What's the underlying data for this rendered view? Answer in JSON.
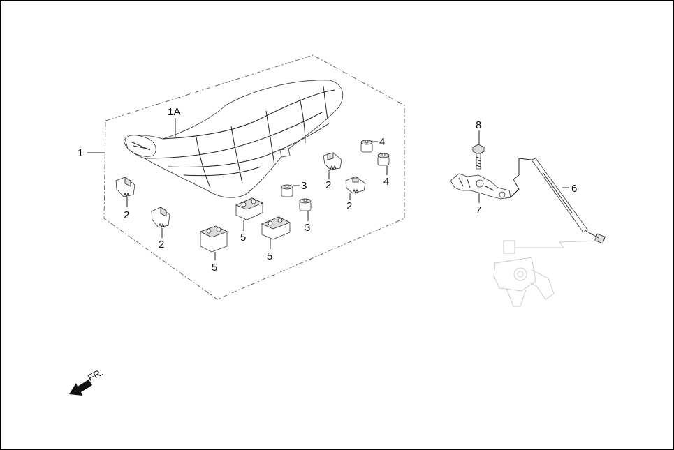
{
  "callouts": {
    "c1": "1",
    "c1a": "1A",
    "c2a": "2",
    "c2b": "2",
    "c2c": "2",
    "c2d": "2",
    "c3a": "3",
    "c3b": "3",
    "c4a": "4",
    "c4b": "4",
    "c5a": "5",
    "c5b": "5",
    "c5c": "5",
    "c6": "6",
    "c7": "7",
    "c8": "8"
  },
  "direction": {
    "label": "FR.",
    "icon": "front-arrow-icon"
  }
}
